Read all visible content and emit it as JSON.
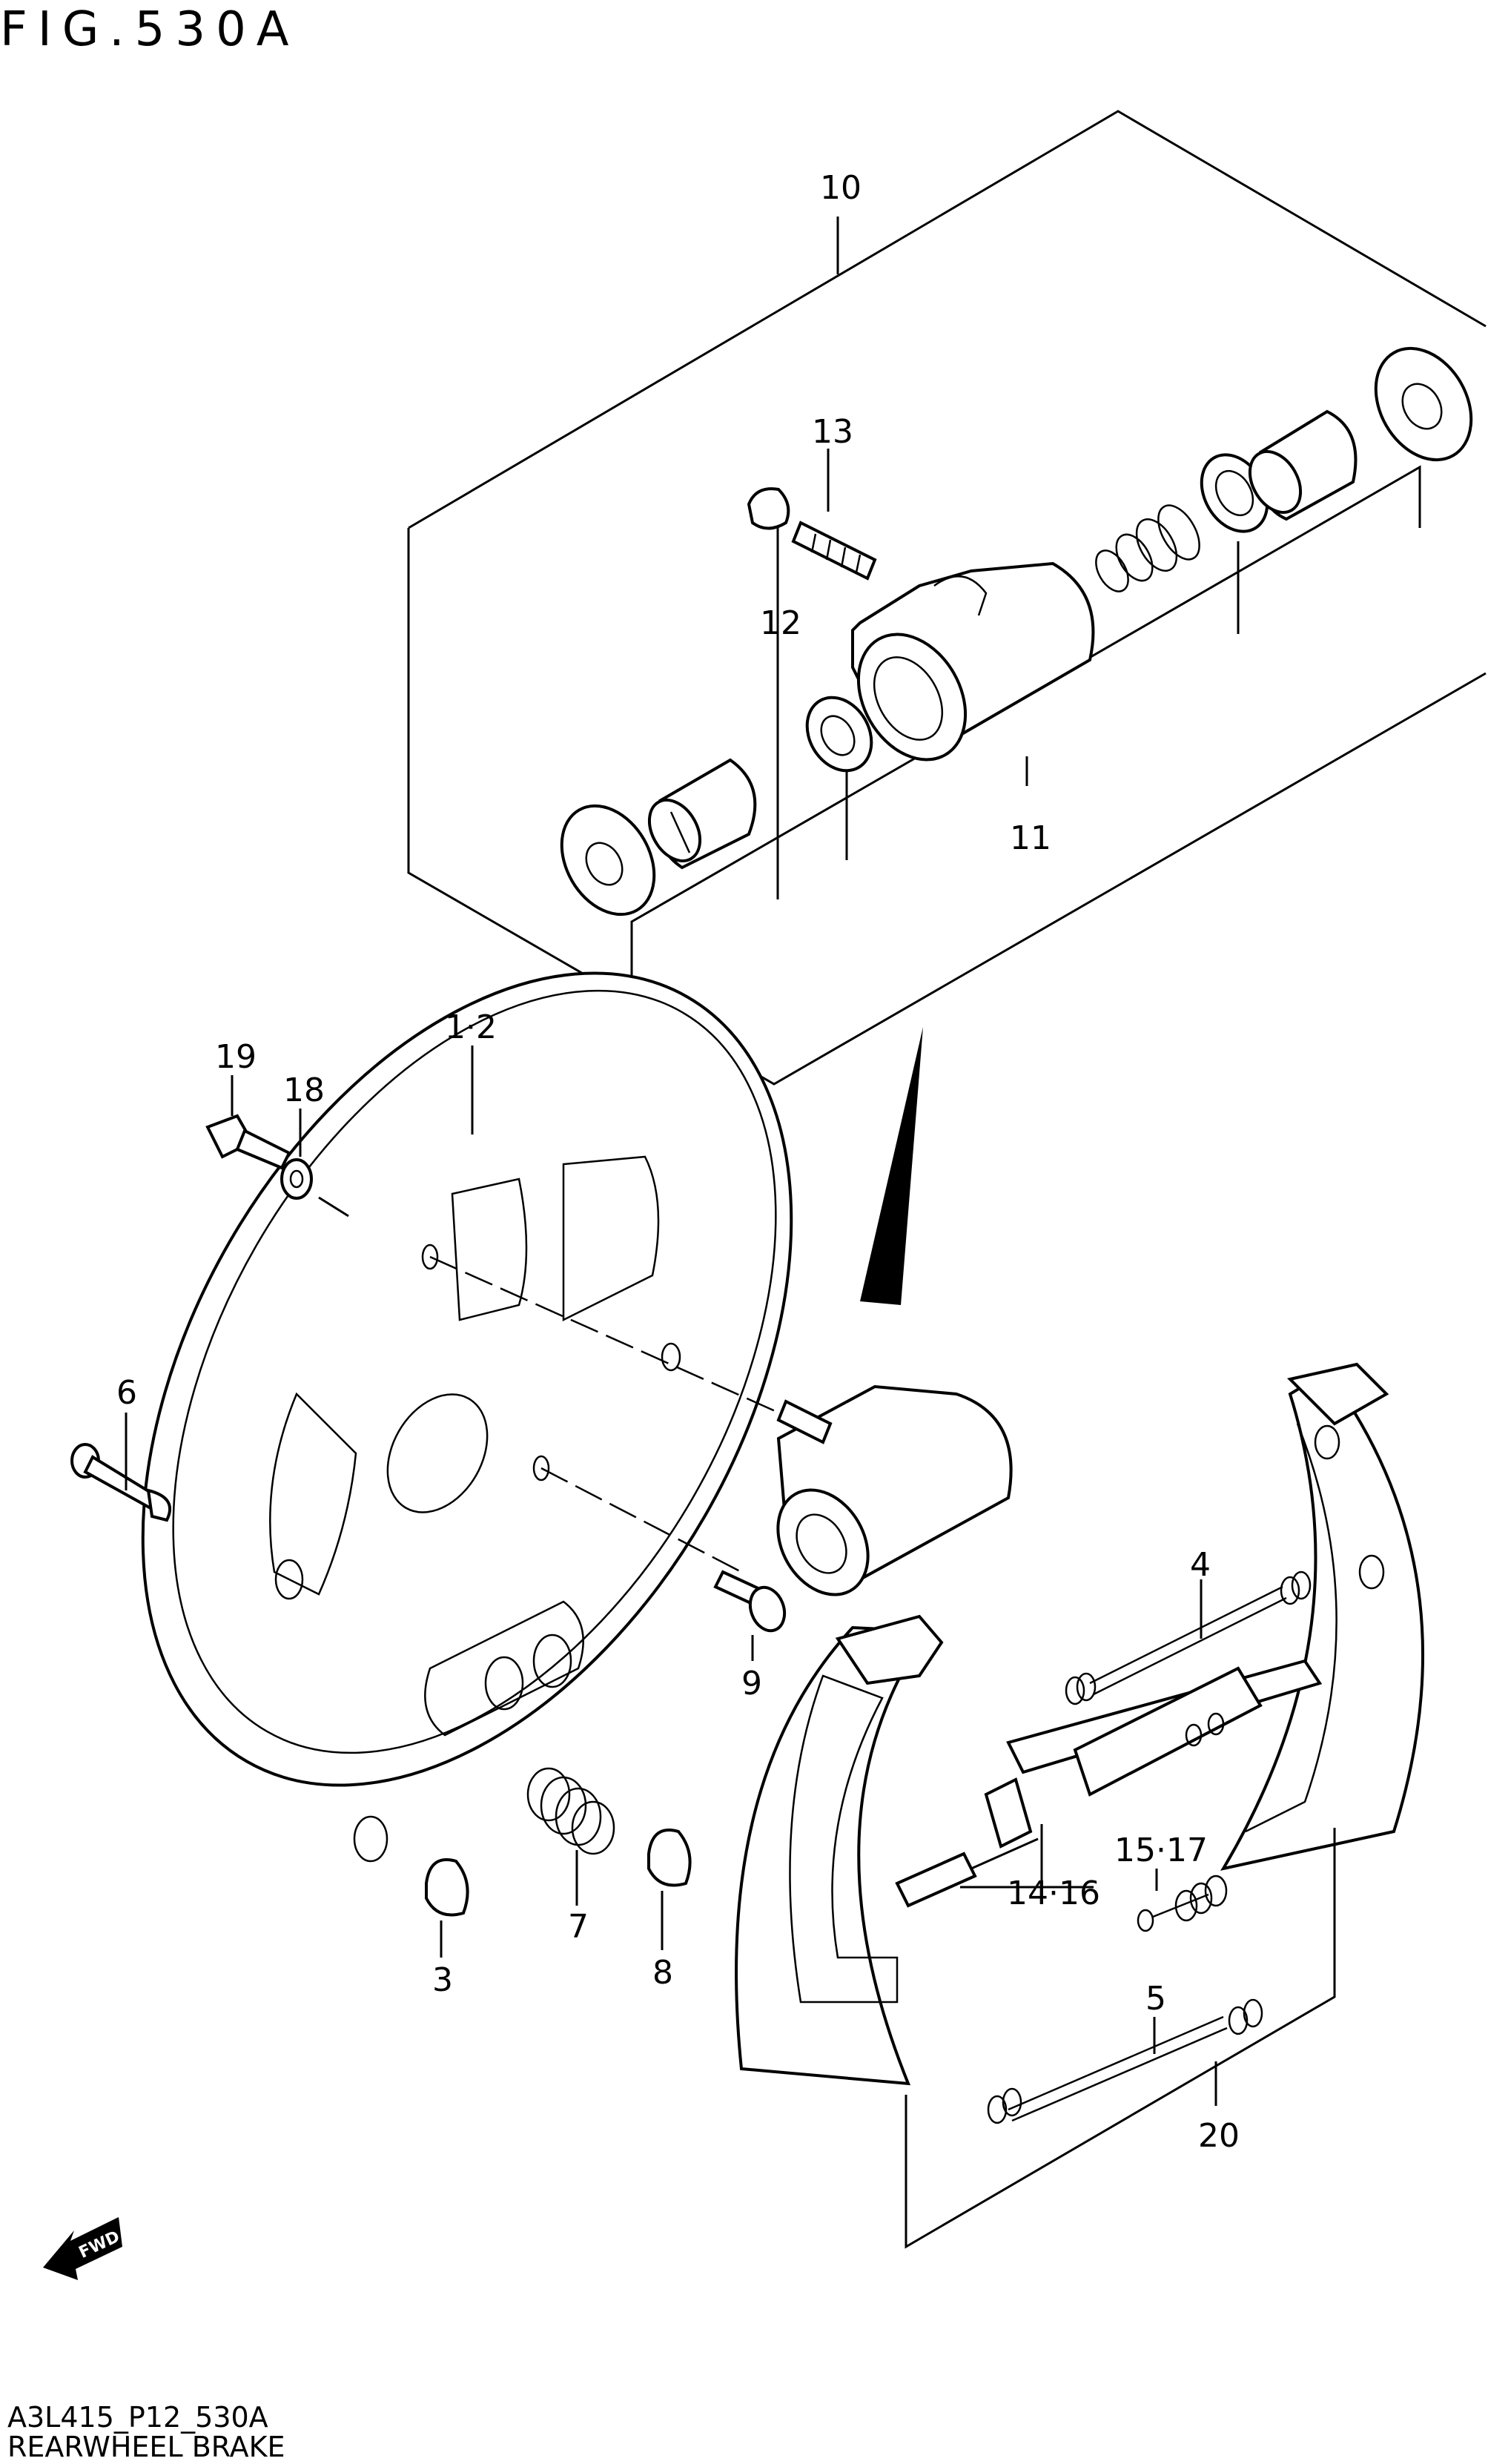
{
  "figure": {
    "title": "FIG.530A",
    "code": "A3L415_P12_530A",
    "caption": "REARWHEEL BRAKE"
  },
  "direction_badge": {
    "label": "FWD"
  },
  "callouts": [
    {
      "id": "c10",
      "text": "10"
    },
    {
      "id": "c13",
      "text": "13"
    },
    {
      "id": "c12",
      "text": "12"
    },
    {
      "id": "c11",
      "text": "11"
    },
    {
      "id": "c1-2",
      "text": "1·2"
    },
    {
      "id": "c19",
      "text": "19"
    },
    {
      "id": "c18",
      "text": "18"
    },
    {
      "id": "c6",
      "text": "6"
    },
    {
      "id": "c9",
      "text": "9"
    },
    {
      "id": "c7",
      "text": "7"
    },
    {
      "id": "c3",
      "text": "3"
    },
    {
      "id": "c8",
      "text": "8"
    },
    {
      "id": "c4",
      "text": "4"
    },
    {
      "id": "c15-17",
      "text": "15·17"
    },
    {
      "id": "c14-16",
      "text": "14·16"
    },
    {
      "id": "c5",
      "text": "5"
    },
    {
      "id": "c20",
      "text": "20"
    }
  ]
}
